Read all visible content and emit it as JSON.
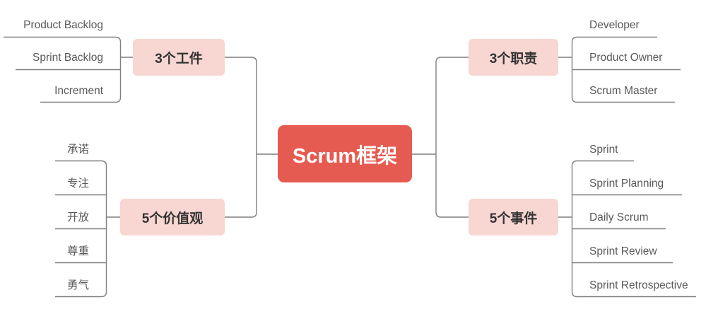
{
  "diagram": {
    "type": "mindmap",
    "root": {
      "label": "Scrum框架"
    },
    "branches": [
      {
        "label": "3个工件",
        "side": "left-top",
        "children": [
          "Product Backlog",
          "Sprint Backlog",
          "Increment"
        ]
      },
      {
        "label": "3个职责",
        "side": "right-top",
        "children": [
          "Developer",
          "Product Owner",
          "Scrum Master"
        ]
      },
      {
        "label": "5个价值观",
        "side": "left-bottom",
        "children": [
          "承诺",
          "专注",
          "开放",
          "尊重",
          "勇气"
        ]
      },
      {
        "label": "5个事件",
        "side": "right-bottom",
        "children": [
          "Sprint",
          "Sprint Planning",
          "Daily Scrum",
          "Sprint Review",
          "Sprint Retrospective"
        ]
      }
    ],
    "colors": {
      "root_bg": "#e65b51",
      "root_text": "#ffffff",
      "branch_bg": "#f8d6d1",
      "branch_text": "#333333",
      "child_text": "#595959",
      "connector_line": "#7f7f7f",
      "background": "#ffffff"
    }
  }
}
